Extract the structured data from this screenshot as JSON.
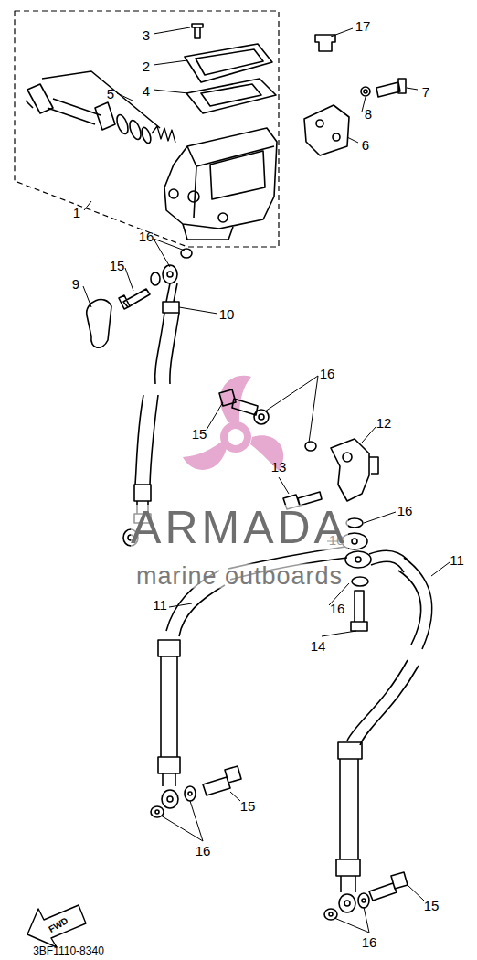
{
  "diagram": {
    "labels": [
      "3",
      "2",
      "4",
      "5",
      "1",
      "17",
      "7",
      "8",
      "6",
      "16",
      "15",
      "9",
      "10",
      "16",
      "15",
      "12",
      "13",
      "16",
      "16",
      "16",
      "14",
      "11",
      "11",
      "15",
      "16",
      "15",
      "16",
      "FWD",
      "3BF1110-8340",
      "ARMADA",
      "marine outboards"
    ]
  }
}
